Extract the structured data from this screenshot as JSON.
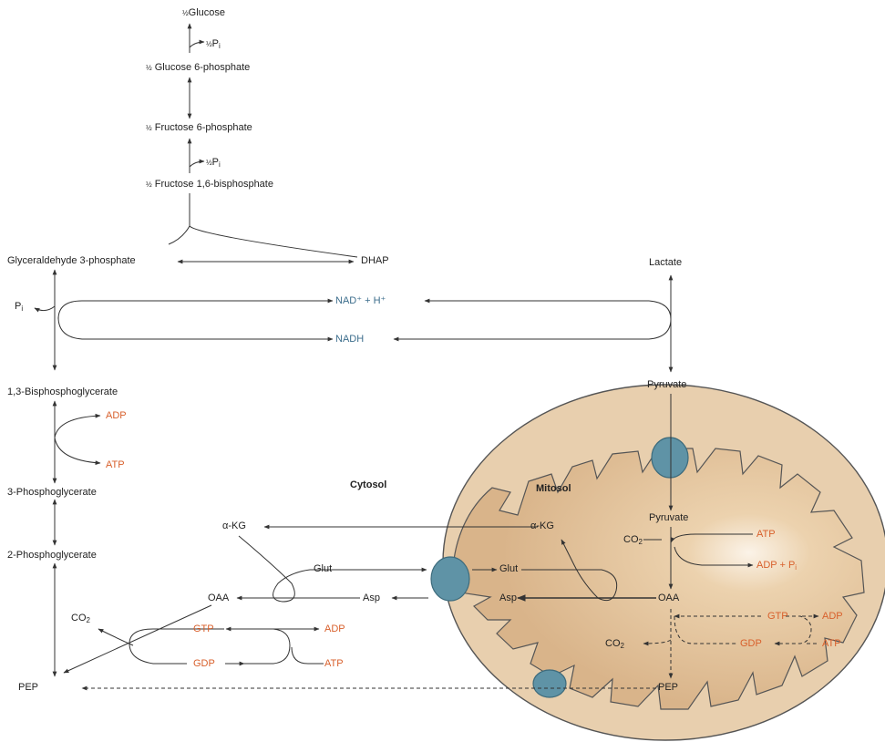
{
  "colors": {
    "cofactor_orange": "#d8602c",
    "cofactor_blue": "#3c6d8c",
    "mitochondrion_fill": "#e3c49e",
    "transporter": "#5f93a6",
    "arrow": "#333333"
  },
  "regions": {
    "cytosol": "Cytosol",
    "mitosol": "Mitosol"
  },
  "metabolites": {
    "glucose": "Glucose",
    "pi": "P",
    "pi_sub": "i",
    "half": "½",
    "g6p": "Glucose 6-phosphate",
    "f6p": "Fructose 6-phosphate",
    "f16bp": "Fructose 1,6-bisphosphate",
    "gap": "Glyceraldehyde 3-phosphate",
    "dhap": "DHAP",
    "lactate": "Lactate",
    "nad": "NAD⁺ + H⁺",
    "nadh": "NADH",
    "bpg": "1,3-Bisphosphoglycerate",
    "adp": "ADP",
    "atp": "ATP",
    "pg3": "3-Phosphoglycerate",
    "pg2": "2-Phosphoglycerate",
    "pyruvate": "Pyruvate",
    "akg_c": "α-KG",
    "akg_m": "α-KG",
    "glut_c": "Glut",
    "glut_m": "Glut",
    "oaa_c": "OAA",
    "oaa_m": "OAA",
    "asp_c": "Asp",
    "asp_m": "Asp",
    "co2": "CO",
    "co2_sub": "2",
    "gtp": "GTP",
    "gdp": "GDP",
    "pep": "PEP",
    "adp_pi": "ADP + P"
  }
}
